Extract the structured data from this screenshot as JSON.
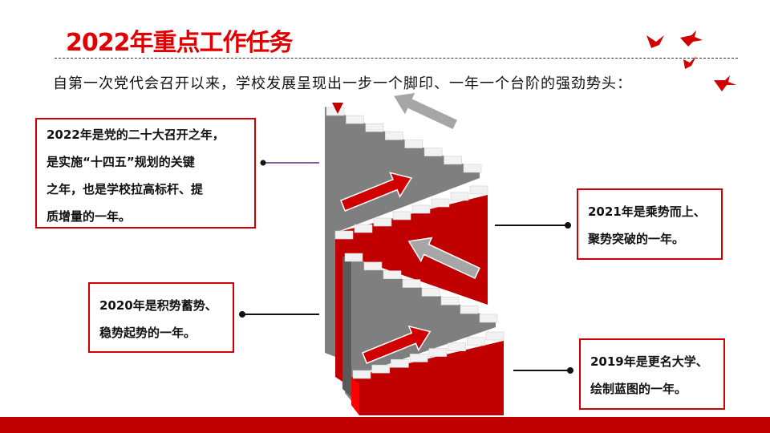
{
  "title": "2022年重点工作任务",
  "subtitle": "自第一次党代会召开以来，学校发展呈现出一步一个脚印、一年一个台阶的强劲势头：",
  "callouts": [
    {
      "lines": [
        "2022年是党的二十大召开之年，",
        "是实施“十四五”规划的关键",
        "之年，也是学校拉高标杆、提",
        "质增量的一年。"
      ]
    },
    {
      "lines": [
        "2021年是乘势而上、",
        "聚势突破的一年。"
      ]
    },
    {
      "lines": [
        "2020年是积势蓄势、",
        "稳势起势的一年。"
      ]
    },
    {
      "lines": [
        "2019年是更名大学、",
        "绘制蓝图的一年。"
      ]
    }
  ],
  "colors": {
    "accent": "#c00000",
    "title": "#e00000",
    "stair_gray": "#7f7f7f"
  }
}
